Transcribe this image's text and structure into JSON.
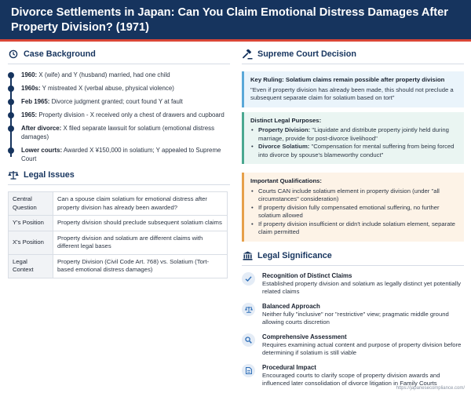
{
  "header": {
    "title": "Divorce Settlements in Japan: Can You Claim Emotional Distress Damages After Property Division? (1971)"
  },
  "colors": {
    "navy": "#16345e",
    "accent_red": "#d94637"
  },
  "background": {
    "title": "Case Background",
    "icon": "history-icon",
    "events": [
      {
        "date": "1960:",
        "text": " X (wife) and Y (husband) married, had one child"
      },
      {
        "date": "1960s:",
        "text": " Y mistreated X (verbal abuse, physical violence)"
      },
      {
        "date": "Feb 1965:",
        "text": " Divorce judgment granted; court found Y at fault"
      },
      {
        "date": "1965:",
        "text": " Property division - X received only a chest of drawers and cupboard"
      },
      {
        "date": "After divorce:",
        "text": " X filed separate lawsuit for solatium (emotional distress damages)"
      },
      {
        "date": "Lower courts:",
        "text": " Awarded X ¥150,000 in solatium; Y appealed to Supreme Court"
      }
    ]
  },
  "issues": {
    "title": "Legal Issues",
    "icon": "scales-icon",
    "rows": [
      {
        "key": "Central Question",
        "value": "Can a spouse claim solatium for emotional distress after property division has already been awarded?"
      },
      {
        "key": "Y's Position",
        "value": "Property division should preclude subsequent solatium claims"
      },
      {
        "key": "X's Position",
        "value": "Property division and solatium are different claims with different legal bases"
      },
      {
        "key": "Legal Context",
        "value": "Property Division (Civil Code Art. 768) vs. Solatium (Tort-based emotional distress damages)"
      }
    ]
  },
  "decision": {
    "title": "Supreme Court Decision",
    "icon": "gavel-icon",
    "ruling_title": "Key Ruling: Solatium claims remain possible after property division",
    "ruling_text": "\"Even if property division has already been made, this should not preclude a subsequent separate claim for solatium based on tort\"",
    "purposes_title": "Distinct Legal Purposes:",
    "purposes": [
      {
        "label": "Property Division:",
        "text": " \"Liquidate and distribute property jointly held during marriage, provide for post-divorce livelihood\""
      },
      {
        "label": "Divorce Solatium:",
        "text": " \"Compensation for mental suffering from being forced into divorce by spouse's blameworthy conduct\""
      }
    ],
    "qual_title": "Important Qualifications:",
    "qualifications": [
      "Courts CAN include solatium element in property division (under \"all circumstances\" consideration)",
      "If property division fully compensated emotional suffering, no further solatium allowed",
      "If property division insufficient or didn't include solatium element, separate claim permitted"
    ]
  },
  "significance": {
    "title": "Legal Significance",
    "icon": "institution-icon",
    "items": [
      {
        "icon": "check-icon",
        "title": "Recognition of Distinct Claims",
        "text": "Established property division and solatium as legally distinct yet potentially related claims"
      },
      {
        "icon": "balance-icon",
        "title": "Balanced Approach",
        "text": "Neither fully \"inclusive\" nor \"restrictive\" view; pragmatic middle ground allowing courts discretion"
      },
      {
        "icon": "magnifier-icon",
        "title": "Comprehensive Assessment",
        "text": "Requires examining actual content and purpose of property division before determining if solatium is still viable"
      },
      {
        "icon": "document-icon",
        "title": "Procedural Impact",
        "text": "Encouraged courts to clarify scope of property division awards and influenced later consolidation of divorce litigation in Family Courts"
      }
    ]
  },
  "footer": {
    "url": "https://japanesecompliance.com/"
  }
}
